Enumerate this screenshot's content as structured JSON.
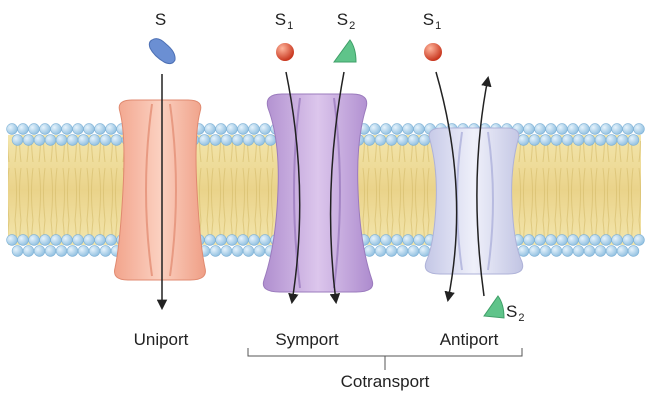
{
  "transporters": [
    {
      "name": "Uniport",
      "substrates": [
        {
          "base": "S",
          "sub": ""
        }
      ]
    },
    {
      "name": "Symport",
      "substrates": [
        {
          "base": "S",
          "sub": "1"
        },
        {
          "base": "S",
          "sub": "2"
        }
      ]
    },
    {
      "name": "Antiport",
      "substrates": [
        {
          "base": "S",
          "sub": "1"
        },
        {
          "base": "S",
          "sub": "2"
        }
      ]
    }
  ],
  "group_label": "Cotransport",
  "colors": {
    "head": "#9cc8e6",
    "head_edge": "#6fa3c9",
    "tail_band": "#f1e2a3",
    "uniport_protein": "#f5b7a2",
    "symport_protein": "#c7a8dc",
    "antiport_protein": "#d7d9ef",
    "sphere": "#e0553b",
    "wedge_blue": "#6b8fd3",
    "wedge_green": "#5fc48a",
    "arrow": "#222222",
    "text": "#222222"
  }
}
